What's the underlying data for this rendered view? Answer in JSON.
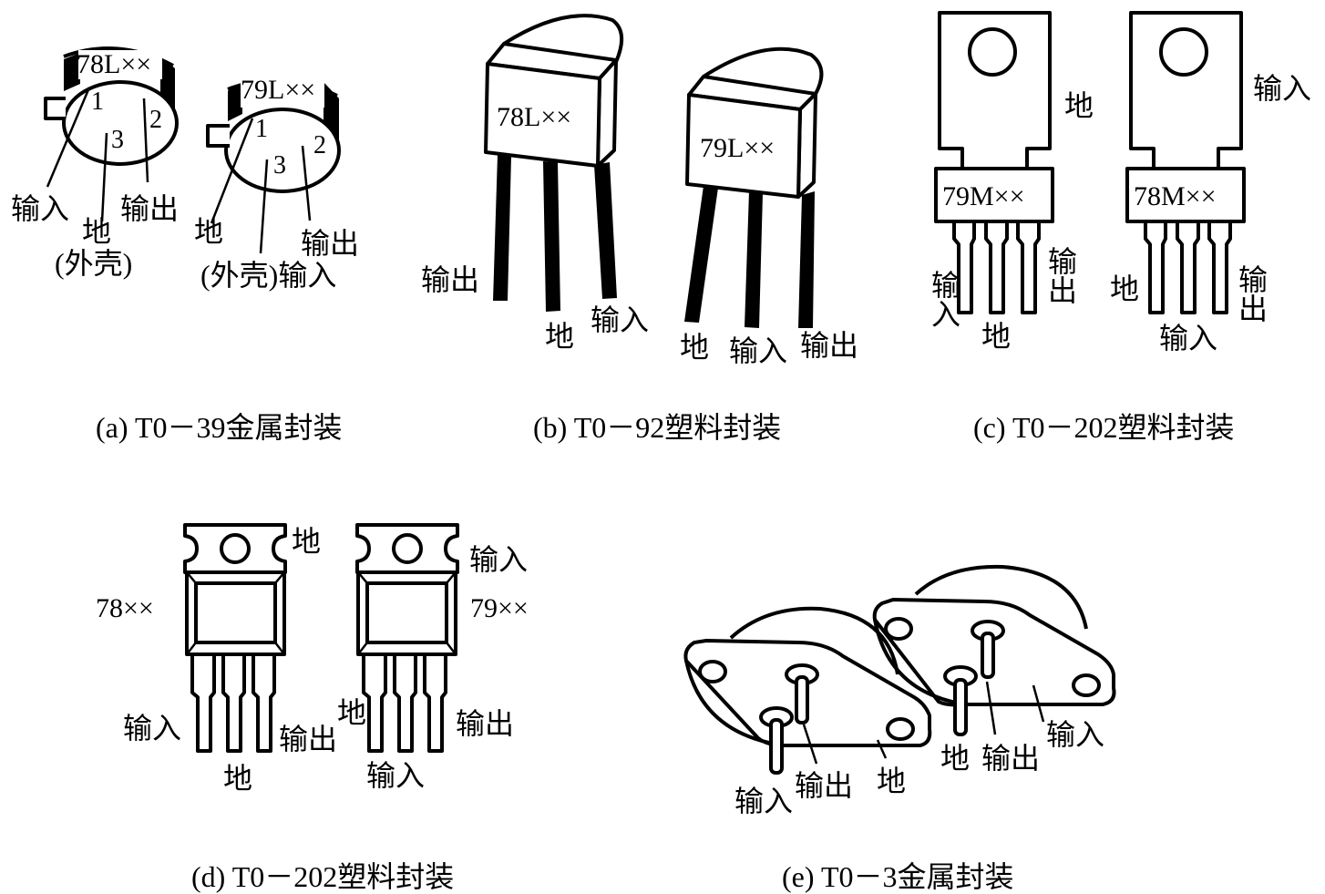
{
  "figure": {
    "panels": {
      "a": {
        "caption": "(a) T0－39金属封装",
        "left": {
          "marking": "78L××",
          "pin_numbers": [
            "1",
            "3",
            "2"
          ],
          "pins": {
            "1": "输入",
            "2": "输出",
            "3": "地"
          },
          "case_note": "(外壳)"
        },
        "right": {
          "marking": "79L××",
          "pin_numbers": [
            "1",
            "3",
            "2"
          ],
          "pins": {
            "1": "地",
            "2": "输出",
            "3": "(外壳)输入"
          }
        }
      },
      "b": {
        "caption": "(b) T0－92塑料封装",
        "left": {
          "marking": "78L××",
          "pins": [
            "输出",
            "地",
            "输入"
          ]
        },
        "right": {
          "marking": "79L××",
          "pins": [
            "地",
            "输入",
            "输出"
          ]
        }
      },
      "c": {
        "caption": "(c) T0－202塑料封装",
        "left": {
          "marking": "79M××",
          "tab": "地",
          "pins": [
            "输入",
            "地",
            "输出"
          ]
        },
        "right": {
          "marking": "78M××",
          "tab": "输入",
          "pins": [
            "地",
            "输入",
            "输出"
          ]
        }
      },
      "d": {
        "caption": "(d) T0－202塑料封装",
        "left": {
          "marking": "78××",
          "tab": "地",
          "pins": [
            "输入",
            "地",
            "输出"
          ]
        },
        "right": {
          "marking": "79××",
          "tab": "输入",
          "pins": [
            "地",
            "输入",
            "输出"
          ]
        }
      },
      "e": {
        "caption": "(e) T0－3金属封装",
        "left": {
          "pins": [
            "输入",
            "输出"
          ],
          "case": "地"
        },
        "right": {
          "pins": [
            "地",
            "输出"
          ],
          "case": "输入"
        }
      }
    }
  }
}
